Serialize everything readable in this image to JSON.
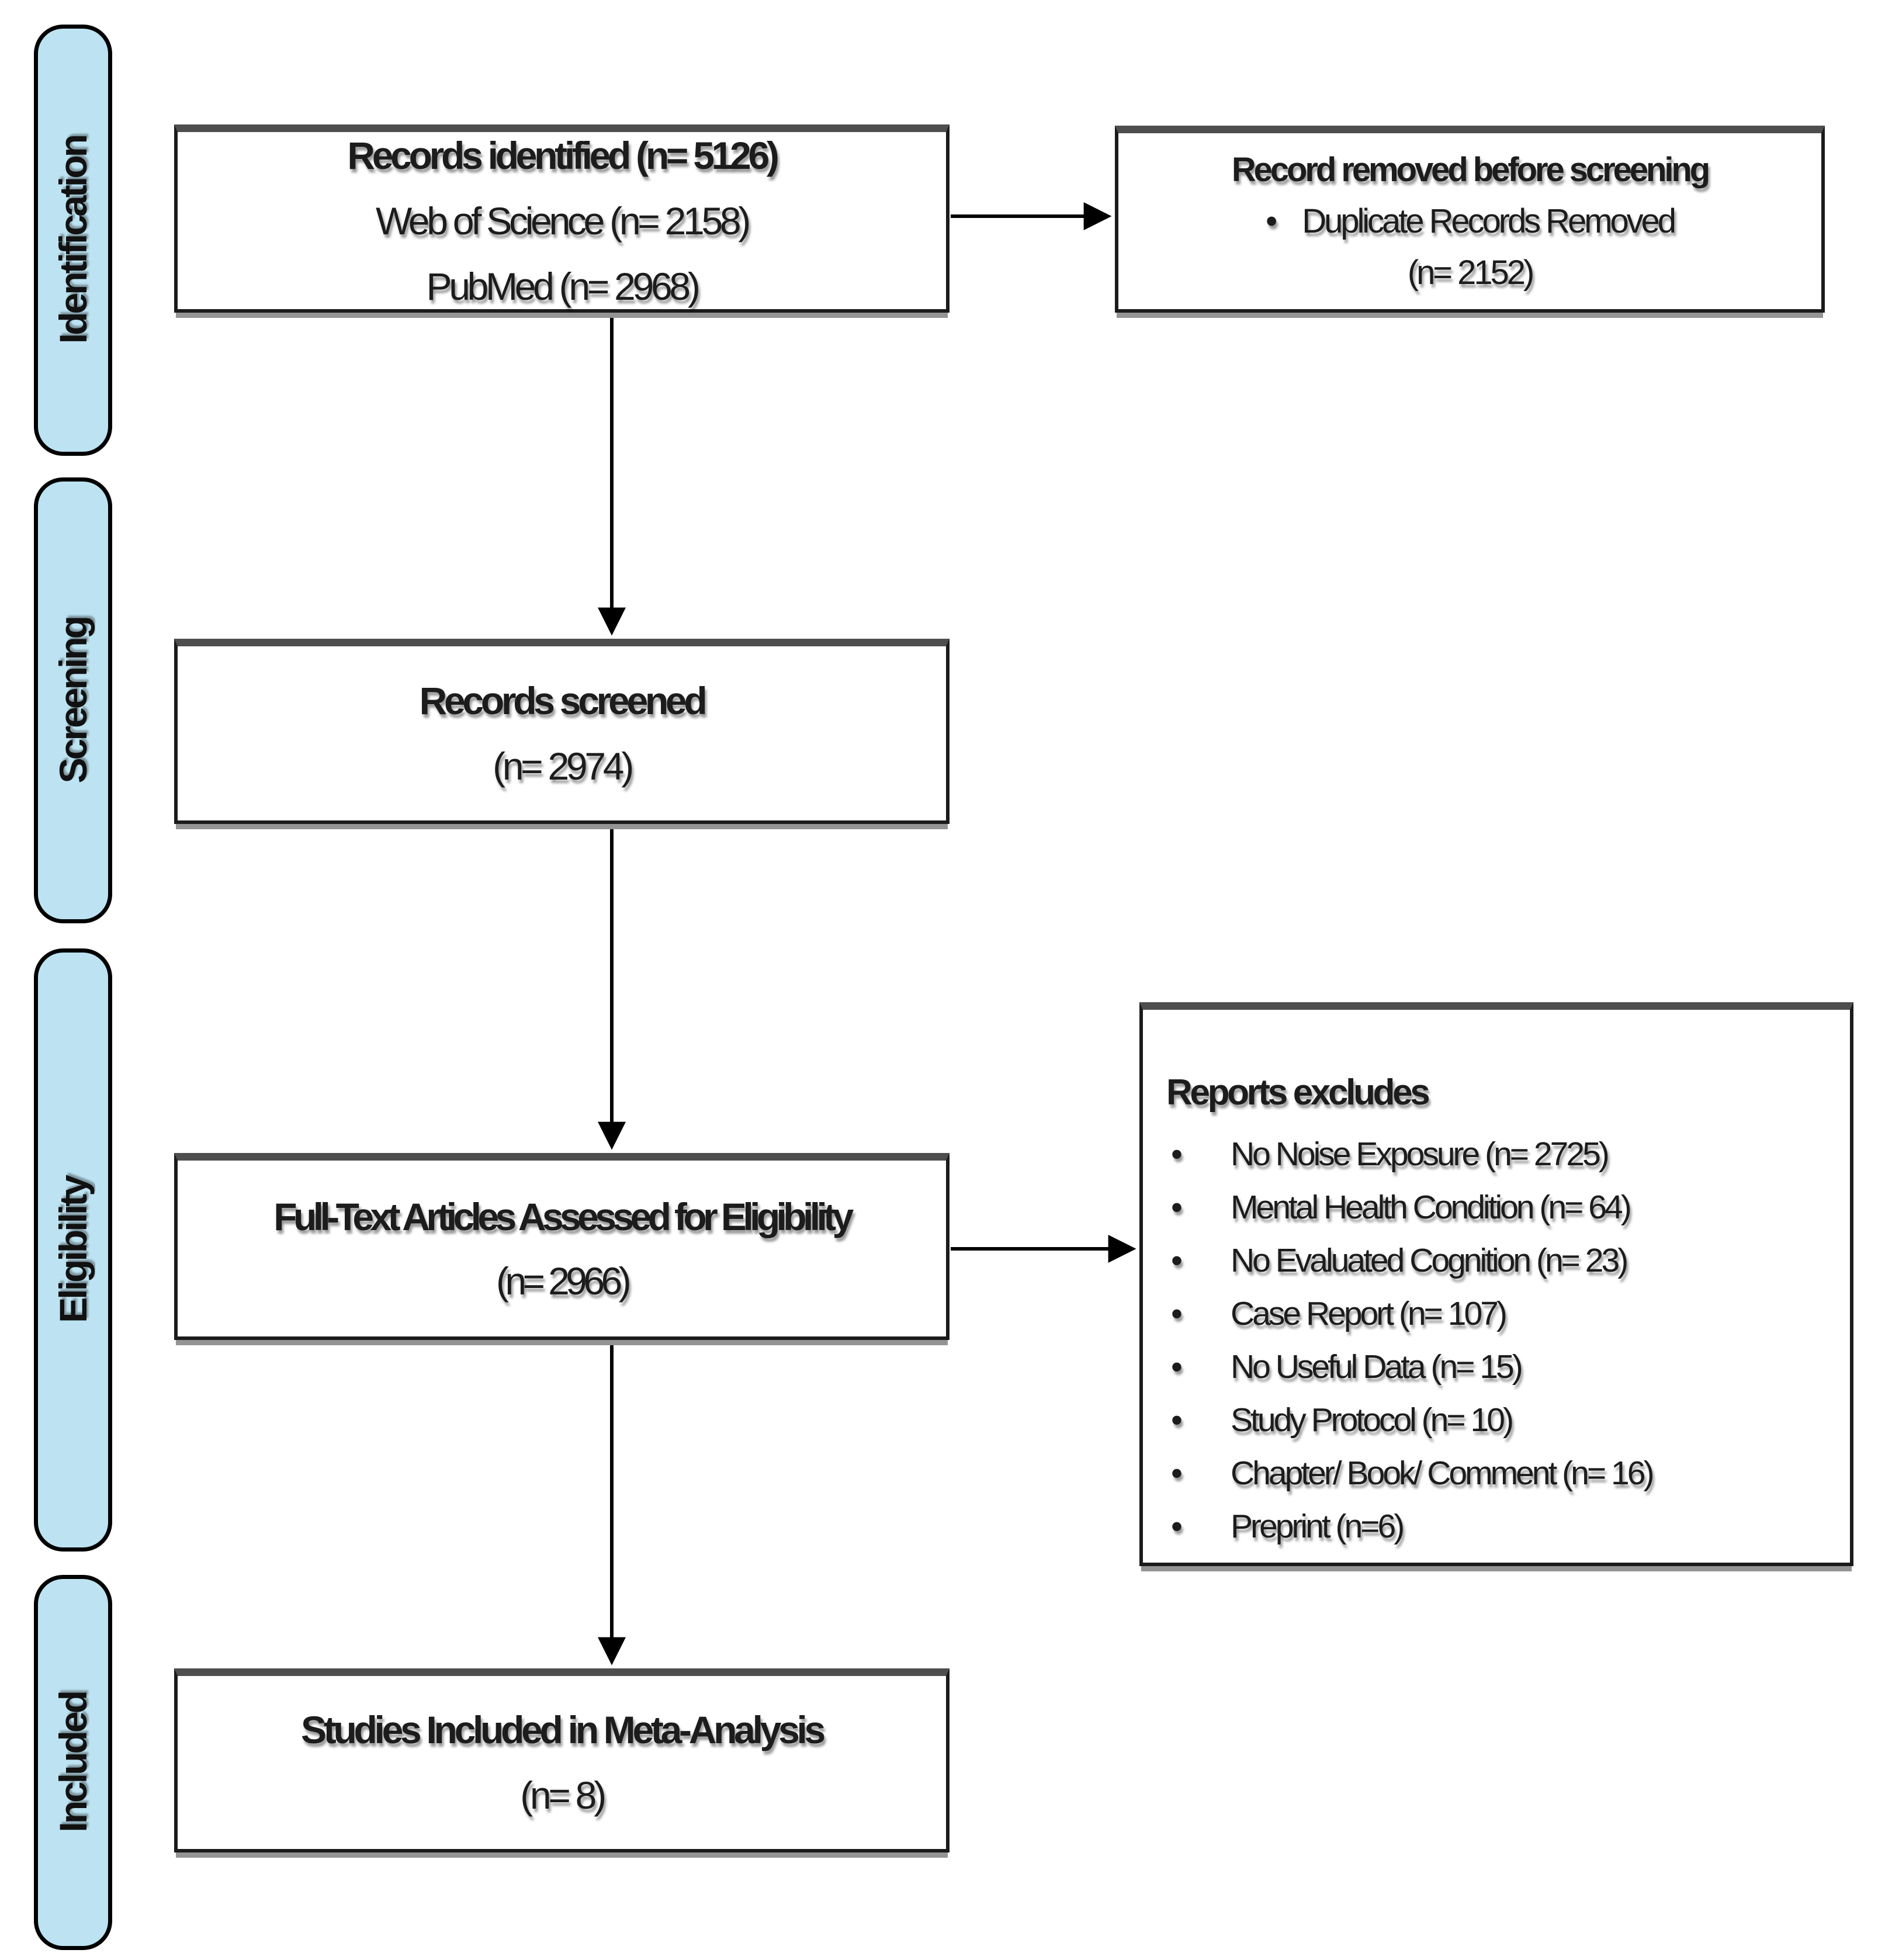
{
  "stages": [
    {
      "label": "Identification"
    },
    {
      "label": "Screening"
    },
    {
      "label": "Eligibility"
    },
    {
      "label": "Included"
    }
  ],
  "boxes": {
    "identified": {
      "line1": "Records identified (n= 5126)",
      "line2": "Web of Science (n= 2158)",
      "line3": "PubMed (n= 2968)"
    },
    "removed": {
      "title": "Record removed before screening",
      "bullet": "Duplicate Records Removed",
      "count": "(n= 2152)"
    },
    "screened": {
      "title": "Records screened",
      "count": "(n= 2974)"
    },
    "fulltext": {
      "title": "Full-Text Articles Assessed for Eligibility",
      "count": "(n= 2966)"
    },
    "excluded": {
      "title": "Reports excludes",
      "reasons": [
        "No Noise Exposure (n= 2725)",
        "Mental Health Condition (n= 64)",
        "No Evaluated Cognition (n= 23)",
        "Case Report (n= 107)",
        "No Useful Data (n= 15)",
        "Study Protocol (n= 10)",
        "Chapter/ Book/ Comment (n= 16)",
        "Preprint (n=6)"
      ]
    },
    "included": {
      "title": "Studies Included in Meta-Analysis",
      "count": "(n= 8)"
    }
  },
  "colors": {
    "stage_fill": "#BDE3F2",
    "line_color": "#000000"
  }
}
